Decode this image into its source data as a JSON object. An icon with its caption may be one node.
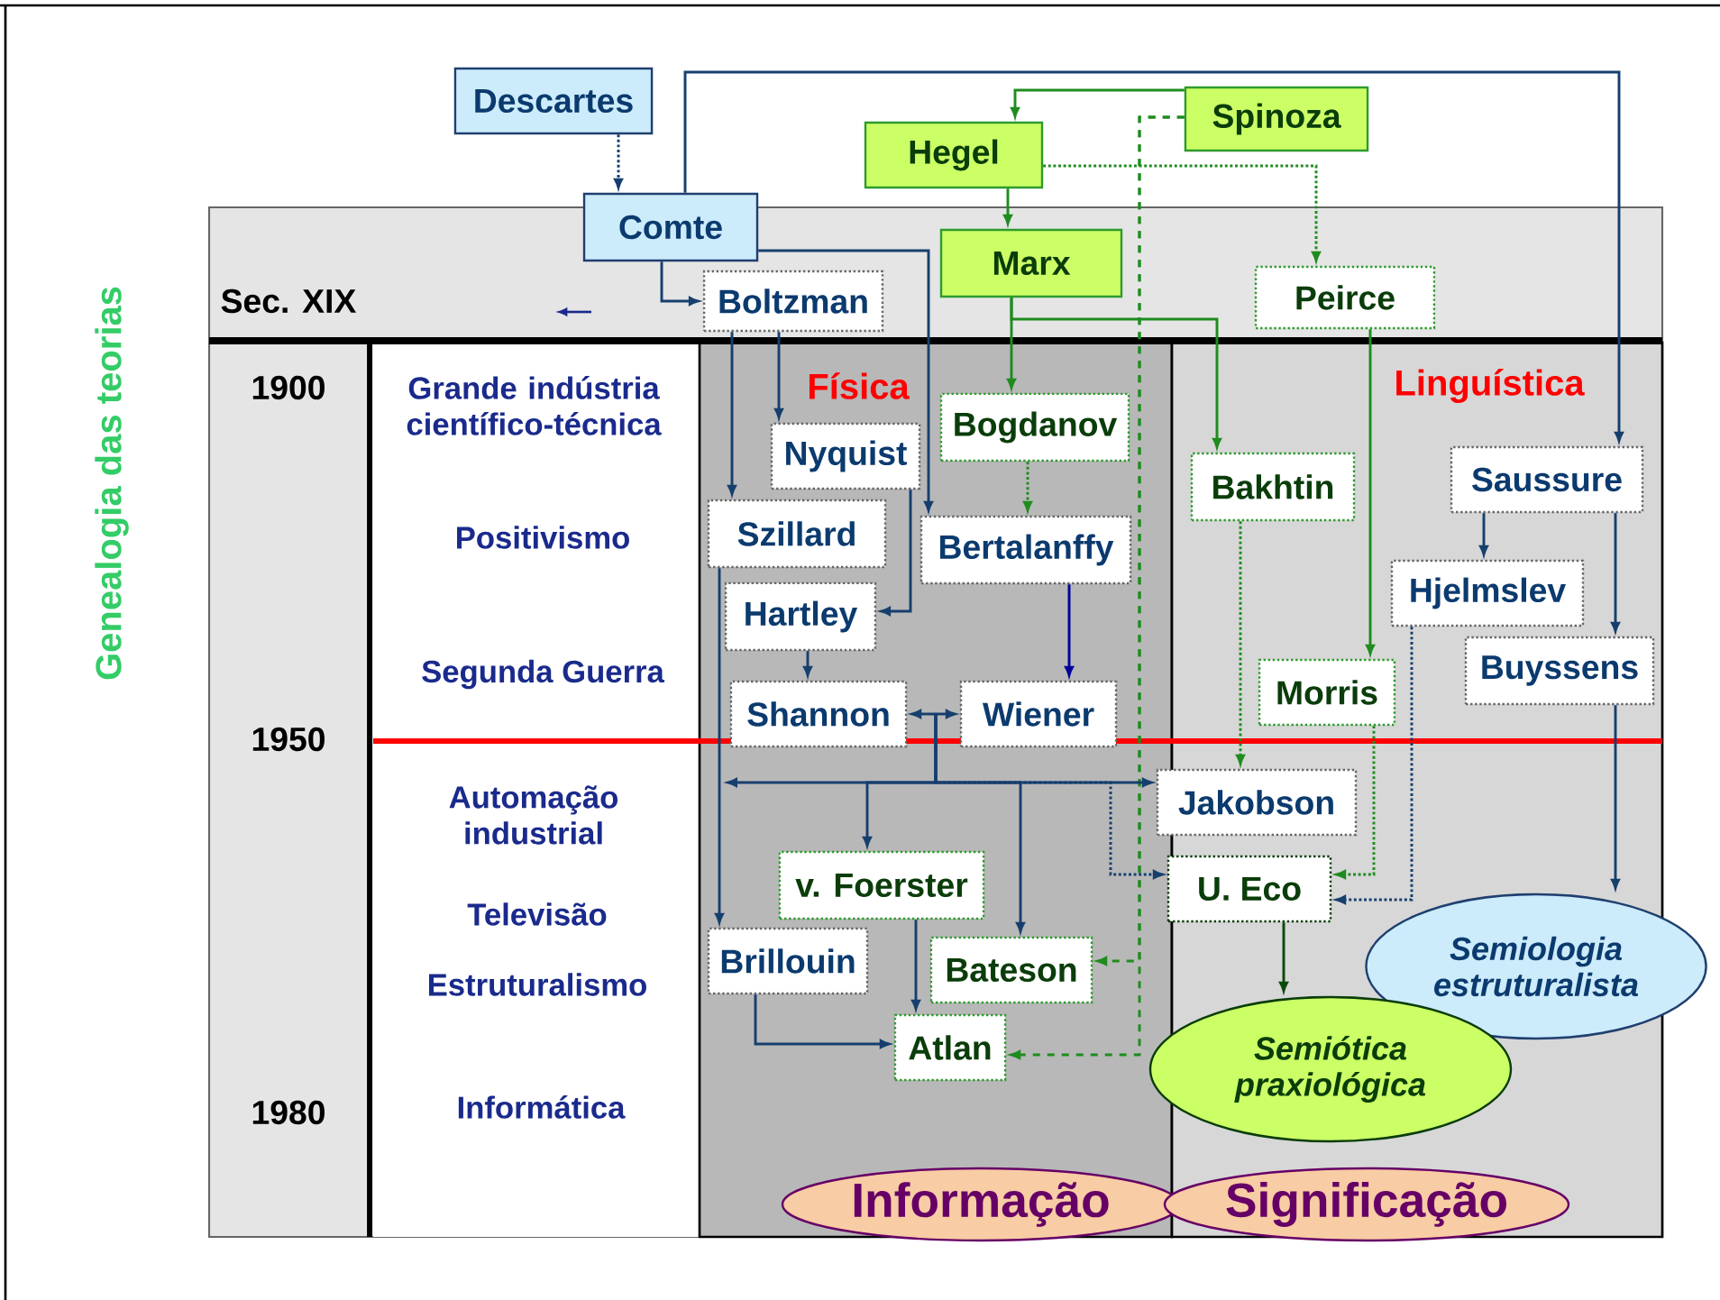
{
  "diagram": {
    "nodes": [
      {
        "text": [
          "Descartes"
        ]
      },
      {
        "text": [
          "Spinoza"
        ]
      },
      {
        "text": [
          "Hegel"
        ]
      },
      {
        "text": [
          "Comte"
        ]
      },
      {
        "text": [
          "Marx"
        ]
      },
      {
        "text": [
          "Peirce"
        ]
      },
      {
        "text": [
          "Boltzman"
        ]
      },
      {
        "text": [
          "Bogdanov"
        ]
      },
      {
        "text": [
          "Nyquist"
        ]
      },
      {
        "text": [
          "Saussure"
        ]
      },
      {
        "text": [
          "Bakhtin"
        ]
      },
      {
        "text": [
          "Szillard"
        ]
      },
      {
        "text": [
          "Bertalanffy"
        ]
      },
      {
        "text": [
          "Hjelmslev"
        ]
      },
      {
        "text": [
          "Hartley"
        ]
      },
      {
        "text": [
          "Morris"
        ]
      },
      {
        "text": [
          "Buyssens"
        ]
      },
      {
        "text": [
          "Shannon"
        ]
      },
      {
        "text": [
          "Wiener"
        ]
      },
      {
        "text": [
          "Jakobson"
        ]
      },
      {
        "text": [
          "U. Eco"
        ]
      },
      {
        "text": [
          "v. Foerster"
        ]
      },
      {
        "text": [
          "Brillouin"
        ]
      },
      {
        "text": [
          "Bateson"
        ]
      },
      {
        "text": [
          "Semiologia estruturalista"
        ]
      },
      {
        "text": [
          "Atlan"
        ]
      },
      {
        "text": [
          "Semiótica praxiológica"
        ]
      },
      {
        "text": [
          "Informação"
        ]
      },
      {
        "text": [
          "Significação"
        ]
      }
    ],
    "edges": [
      {
        "from": 0,
        "to": 3,
        "arrow": "to",
        "style": "dashed"
      },
      {
        "from": 3,
        "to": 6,
        "arrow": "to"
      },
      {
        "from": 3,
        "to": 9,
        "arrow": "to"
      },
      {
        "from": 3,
        "to": 12,
        "arrow": "to"
      },
      {
        "from": 1,
        "to": 2,
        "arrow": "to",
        "color": "#1e8c1e"
      },
      {
        "from": 1,
        "to": 23,
        "arrow": "to",
        "style": "dashed",
        "color": "#1e8c1e"
      },
      {
        "from": 1,
        "to": 25,
        "arrow": "to",
        "style": "dashed",
        "color": "#1e8c1e"
      },
      {
        "from": 2,
        "to": 4,
        "arrow": "to",
        "color": "#1e8c1e"
      },
      {
        "from": 2,
        "to": 5,
        "arrow": "to",
        "style": "dashed",
        "color": "#1e8c1e"
      },
      {
        "from": 4,
        "to": 7,
        "arrow": "to",
        "color": "#1e8c1e"
      },
      {
        "from": 4,
        "to": 10,
        "arrow": "to",
        "color": "#1e8c1e"
      },
      {
        "from": 5,
        "to": 15,
        "arrow": "to",
        "color": "#1e8c1e"
      },
      {
        "from": 7,
        "to": 12,
        "arrow": "to",
        "style": "dashed",
        "color": "#1e8c1e"
      },
      {
        "from": 6,
        "to": 11,
        "arrow": "to"
      },
      {
        "from": 6,
        "to": 8,
        "arrow": "to"
      },
      {
        "from": 8,
        "to": 14,
        "arrow": "to"
      },
      {
        "from": 14,
        "to": 17,
        "arrow": "to"
      },
      {
        "from": 12,
        "to": 18,
        "arrow": "to",
        "color": "#000099"
      },
      {
        "from": 17,
        "to": 18,
        "arrow": "both"
      },
      {
        "from": 11,
        "to": 22,
        "arrow": "to"
      },
      {
        "from": 22,
        "to": 25,
        "arrow": "to"
      },
      {
        "from": 21,
        "to": 25,
        "arrow": "to"
      },
      {
        "from": 18,
        "to": 19,
        "arrow": "to"
      },
      {
        "from": 18,
        "to": 21,
        "arrow": "to"
      },
      {
        "from": 18,
        "to": 23,
        "arrow": "to"
      },
      {
        "from": 18,
        "to": null,
        "arrow": "to"
      },
      {
        "from": 18,
        "to": 20,
        "arrow": "to",
        "style": "dashed"
      },
      {
        "from": 10,
        "to": 19,
        "arrow": "to",
        "style": "dashed",
        "color": "#1e8c1e"
      },
      {
        "from": 15,
        "to": 20,
        "arrow": "to",
        "style": "dashed",
        "color": "#1e8c1e"
      },
      {
        "from": 13,
        "to": 20,
        "arrow": "to",
        "style": "dashed"
      },
      {
        "from": 9,
        "to": 13,
        "arrow": "to"
      },
      {
        "from": 9,
        "to": 16,
        "arrow": "to"
      },
      {
        "from": 16,
        "to": 24,
        "arrow": "to"
      },
      {
        "from": 20,
        "to": 26,
        "arrow": "to",
        "color": "#0a4a0a"
      }
    ],
    "labels": [
      "Genealogia das teorias",
      "Sec. XIX",
      "1900",
      "Grande indústria científico-técnica",
      "Física",
      "Linguística",
      "Positivismo",
      "Segunda Guerra",
      "1950",
      "Automação industrial",
      "Televisão",
      "Estruturalismo",
      "1980",
      "Informática"
    ]
  }
}
